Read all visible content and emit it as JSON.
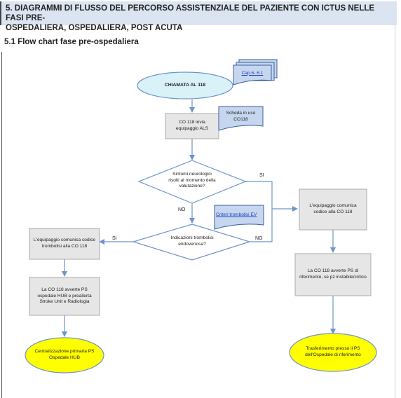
{
  "header": {
    "line1": "5. DIAGRAMMI DI FLUSSO DEL PERCORSO ASSISTENZIALE DEL PAZIENTE CON ICTUS NELLE FASI PRE-",
    "line2": "OSPEDALIERA, OSPEDALIERA, POST ACUTA"
  },
  "subsection": {
    "title": "5.1 Flow chart fase pre-ospedaliera"
  },
  "flow": {
    "ref_cap": "Cap.6- 6.1",
    "start": "CHIAMATA AL  118",
    "co118": "CO 118 invia equipaggio ALS",
    "scheda": "Scheda in uso CO118",
    "q_sintomi": "Sintomi neurologici risolti al momento della valutazione?",
    "q_trombolisi": "Indicazioni trombolisi endovenosa?",
    "criteri": "Criteri trombolisi EV",
    "left_comm": "L'equipaggio comunica codice trombolisi alla CO 118",
    "left_avverte": "La CO 118 avverte PS ospedale HUB e preallerta Stroke Unit e Radiologia",
    "left_end": "Centralizzazione primaria PS Ospedale HUB",
    "right_comm": "L'equipaggio comunica codice alla CO 118",
    "right_avverte": "La CO 118 avverte PS di riferimento, se pz instabile/critico",
    "right_end": "Trasferimento presso il PS dell'Ospedale di riferimento",
    "label_si_1": "SI",
    "label_no_1": "NO",
    "label_si_2": "SI",
    "label_no_2": "NO"
  },
  "colors": {
    "process_fill": "#e6e6e6",
    "decision_fill": "#ffffff",
    "start_fill": "#d8f2f7",
    "end_fill": "#ffff00",
    "note_fill": "#c5d6ee",
    "line": "#6d95c9"
  }
}
